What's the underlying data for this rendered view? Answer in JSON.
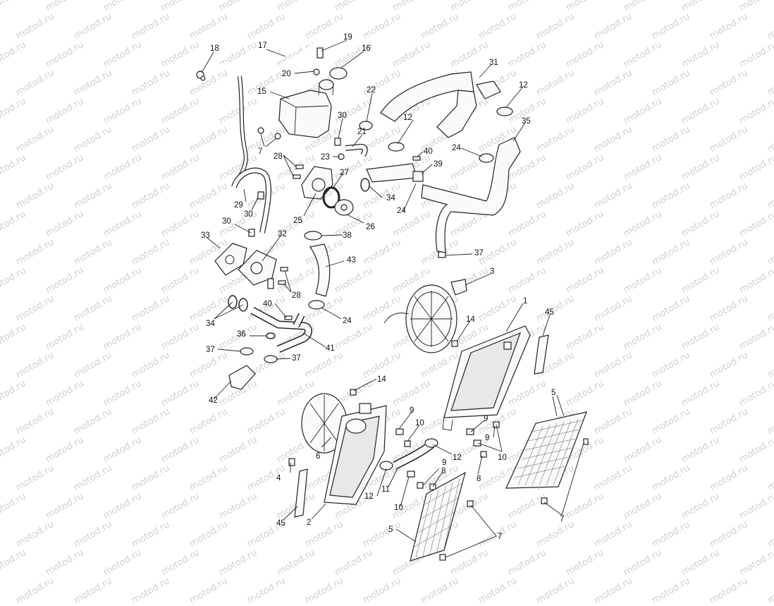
{
  "watermark": "motod.ru",
  "labels": {
    "l1": "1",
    "l2": "2",
    "l3": "3",
    "l4": "4",
    "l5a": "5",
    "l5b": "5",
    "l6": "6",
    "l7a": "7",
    "l7b": "7",
    "l7c": "7",
    "l8a": "8",
    "l8b": "8",
    "l9a": "9",
    "l9b": "9",
    "l9c": "9",
    "l10a": "10",
    "l10b": "10",
    "l10c": "10",
    "l11": "11",
    "l12a": "12",
    "l12b": "12",
    "l12c": "12",
    "l12d": "12",
    "l14a": "14",
    "l14b": "14",
    "l15": "15",
    "l16": "16",
    "l17": "17",
    "l18": "18",
    "l19": "19",
    "l20": "20",
    "l21": "21",
    "l22": "22",
    "l23": "23",
    "l24a": "24",
    "l24b": "24",
    "l24c": "24",
    "l25": "25",
    "l26": "26",
    "l27": "27",
    "l28a": "28",
    "l28b": "28",
    "l29": "29",
    "l30a": "30",
    "l30b": "30",
    "l30c": "30",
    "l31": "31",
    "l32": "32",
    "l33": "33",
    "l34a": "34",
    "l34b": "34",
    "l35": "35",
    "l36": "36",
    "l37a": "37",
    "l37b": "37",
    "l37c": "37",
    "l38": "38",
    "l39": "39",
    "l40a": "40",
    "l40b": "40",
    "l41": "41",
    "l42": "42",
    "l43": "43",
    "l45a": "45",
    "l45b": "45"
  }
}
